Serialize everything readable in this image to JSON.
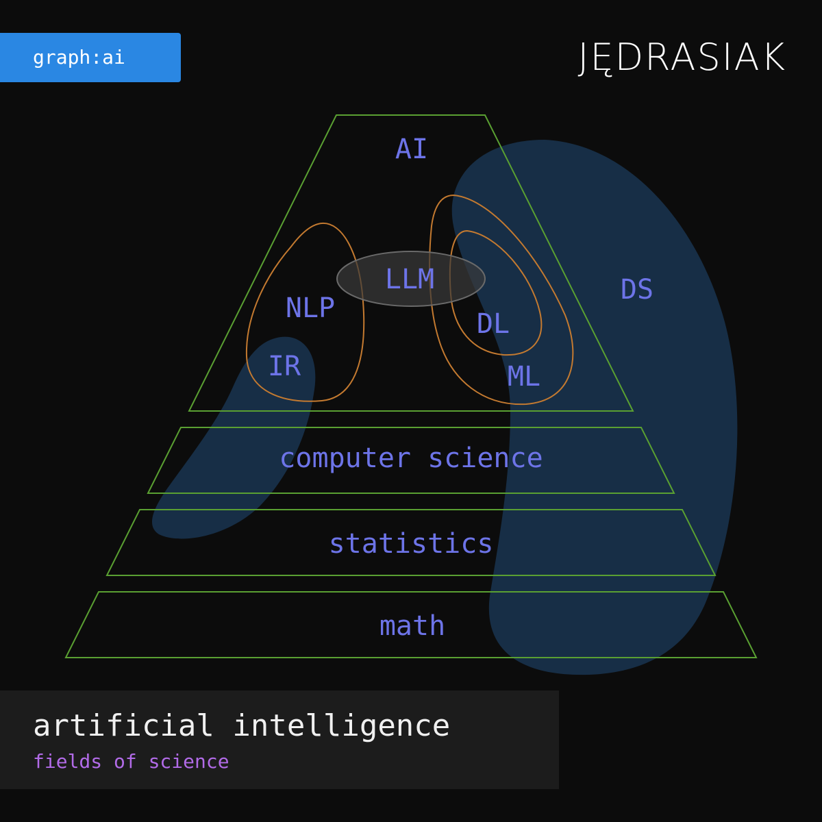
{
  "tag": {
    "label": "graph:ai"
  },
  "brand": {
    "logo_text": "JĘDRASIAK"
  },
  "diagram": {
    "layers": {
      "ai": "AI",
      "computer_science": "computer science",
      "statistics": "statistics",
      "math": "math"
    },
    "fields": {
      "nlp": "NLP",
      "llm": "LLM",
      "dl": "DL",
      "ml": "ML",
      "ir": "IR",
      "ds": "DS"
    }
  },
  "caption": {
    "title": "artificial intelligence",
    "subtitle": "fields of science"
  },
  "colors": {
    "background": "#0c0c0c",
    "tag_background": "#2a87e3",
    "label_text": "#6d74e8",
    "layer_outline": "#5aa032",
    "field_outline": "#c47a30",
    "ds_region": "#18304a",
    "caption_subtitle": "#b26be8"
  }
}
